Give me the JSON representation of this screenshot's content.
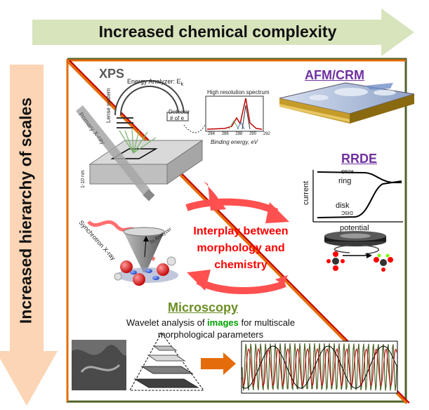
{
  "arrows": {
    "top_label": "Increased chemical complexity",
    "side_label": "Increased hierarchy of scales"
  },
  "center_text": [
    "Interplay between",
    "morphology  and",
    "chemistry"
  ],
  "xps": {
    "title": "XPS",
    "energy_analyzer": "Energy Analyzer: E",
    "energy_sub": "k",
    "detector": "Detector",
    "detector_sub": "# of e",
    "lense_system": "Lense system",
    "primary_xray": "Primary X-ray",
    "spectrum_title": "High resolution spectrum",
    "binding_energy": "Binding energy, eV",
    "depth": "1-10 nm",
    "ticks": [
      "284",
      "286",
      "288",
      "290",
      "292"
    ]
  },
  "synchrotron": {
    "label": "Synchrotron X-ray",
    "analyzer": "To Analyzer"
  },
  "afm": {
    "title": "AFM/CRM"
  },
  "rrde": {
    "title": "RRDE",
    "ring": "ring",
    "ring_rev": "RING",
    "disk": "disk",
    "disk_rev": "DISC",
    "current": "current",
    "potential": "potential"
  },
  "microscopy": {
    "title": "Microscopy",
    "desc_before": "Wavelet analysis of ",
    "desc_highlight": "images",
    "desc_after": " for multiscale morphological parameters"
  },
  "colors": {
    "arrow_fill": "#d8e4bc",
    "side_arrow_fill": "#fbd5b5",
    "frame_green": "#4f6228",
    "diagonal_orange": "#e46c0a",
    "diagonal_red": "#c00000",
    "cycle_red": "#ff5050",
    "purple": "#7030a0"
  }
}
